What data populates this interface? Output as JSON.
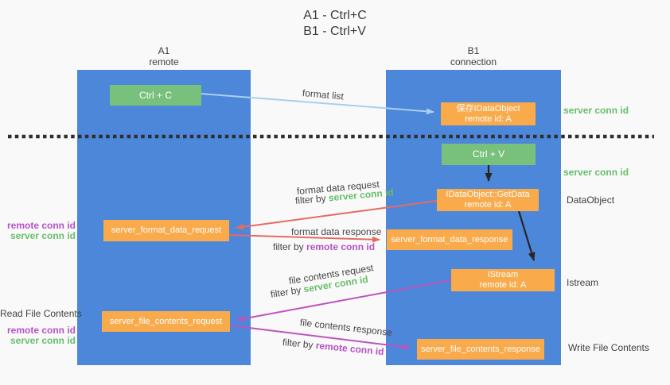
{
  "title": {
    "line1": "A1 - Ctrl+C",
    "line2": "B1 - Ctrl+V"
  },
  "lanes": {
    "a": {
      "name": "A1",
      "subtitle": "remote"
    },
    "b": {
      "name": "B1",
      "subtitle": "connection"
    }
  },
  "nodes": {
    "ctrl_c": "Ctrl + C",
    "ctrl_v": "Ctrl + V",
    "save_dataobject": {
      "line1": "保存IDataObject",
      "line2": "remote id: A"
    },
    "getdata": {
      "line1": "IDataObject::GetData",
      "line2": "remote id: A"
    },
    "istream": {
      "line1": "IStream",
      "line2": "remote id: A"
    },
    "server_format_data_request": "server_format_data_request",
    "server_format_data_response": "server_format_data_response",
    "server_file_contents_request": "server_file_contents_request",
    "server_file_contents_response": "server_file_contents_response"
  },
  "edge_labels": {
    "format_list": "format list",
    "format_data_request": "format data request",
    "format_data_response": "format data response",
    "file_contents_request": "file contents request",
    "file_contents_response": "file contents response"
  },
  "terms": {
    "filter_by": "filter by",
    "server_conn_id": "server conn id",
    "remote_conn_id": "remote conn id"
  },
  "side_labels": {
    "dataobject": "DataObject",
    "istream": "Istream",
    "read_file_contents": "Read File Contents",
    "write_file_contents": "Write File Contents"
  },
  "colors": {
    "lane_blue": "#4d87da",
    "node_green": "#78c17c",
    "node_orange": "#f9aa4b",
    "arrow_light_blue": "#a8cfee",
    "arrow_red": "#e66b61",
    "arrow_magenta": "#bb55bc",
    "arrow_black": "#262626",
    "divider_black": "#2e2e2e",
    "text_green": "#66bf6a",
    "text_purple": "#b551c6",
    "text_dark": "#3f3f3f"
  }
}
